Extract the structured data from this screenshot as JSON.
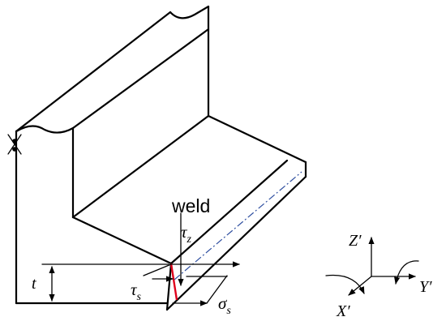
{
  "labels": {
    "weld": "weld",
    "tau_z": "τ",
    "tau_z_sub": "z",
    "tau_s": "τ",
    "tau_s_sub": "s",
    "sigma_s": "σ",
    "sigma_s_sub": "s",
    "thickness": "t"
  },
  "axes": {
    "z": "Z′",
    "y": "Y′",
    "x": "X′"
  },
  "colors": {
    "outline": "#000000",
    "weld_line": "#e0001b",
    "centerline": "#2f4fa0"
  },
  "icons": {
    "break_mark": "break-symbol-icon"
  }
}
